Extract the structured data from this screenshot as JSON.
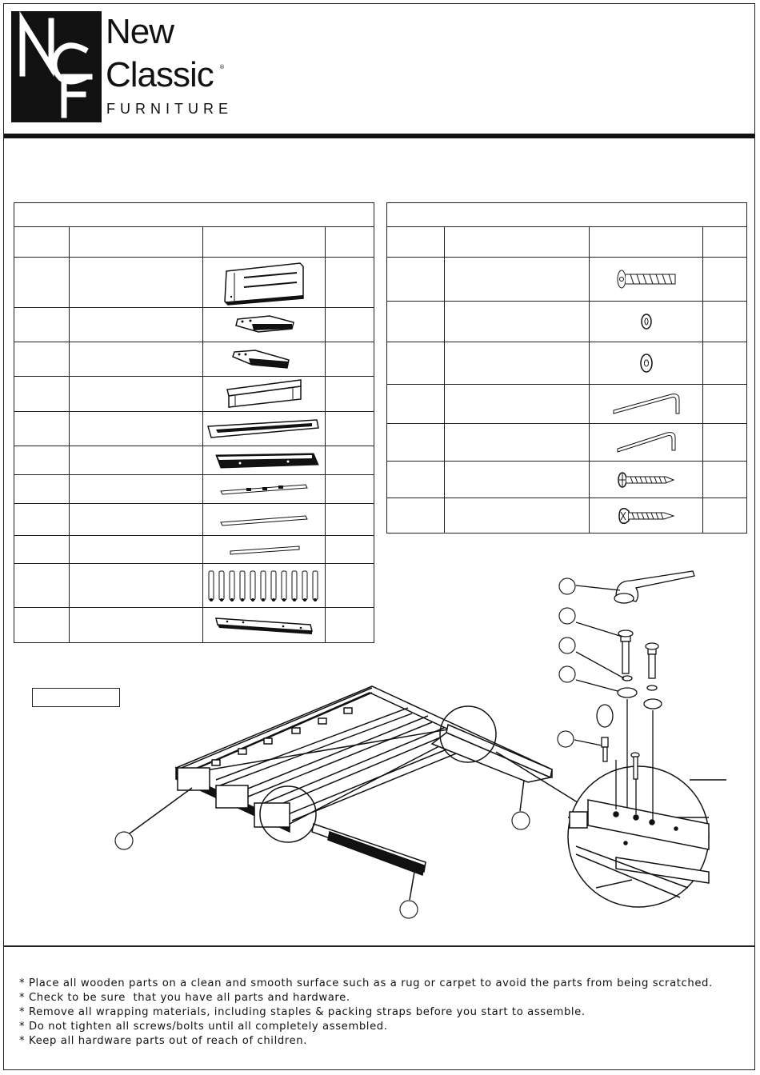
{
  "brand": {
    "logo_monogram": "NCF",
    "name_line1": "New",
    "name_line2": "Classic",
    "name_line3": "FURNITURE",
    "registered_mark": "®"
  },
  "parts_table": {
    "rows": [
      {
        "icon": "headboard-panel"
      },
      {
        "icon": "rail-bracket-left"
      },
      {
        "icon": "rail-bracket-right"
      },
      {
        "icon": "side-rail"
      },
      {
        "icon": "long-side-rail"
      },
      {
        "icon": "footboard-rail"
      },
      {
        "icon": "slat-with-blocks"
      },
      {
        "icon": "slat"
      },
      {
        "icon": "short-slat"
      },
      {
        "icon": "wooden-dowels"
      },
      {
        "icon": "center-support-rail"
      }
    ]
  },
  "hardware_table": {
    "rows": [
      {
        "icon": "bolt"
      },
      {
        "icon": "lock-washer"
      },
      {
        "icon": "flat-washer"
      },
      {
        "icon": "allen-key-large"
      },
      {
        "icon": "allen-key-small"
      },
      {
        "icon": "flat-head-screw"
      },
      {
        "icon": "oval-head-screw"
      }
    ]
  },
  "notes": [
    "* Place all wooden parts on a clean and smooth surface such as a rug or carpet to avoid the parts from being scratched.",
    "* Check to be sure  that you have all parts and hardware.",
    "* Remove all wrapping materials, including staples & packing straps before you start to assemble.",
    "* Do not tighten all screws/bolts until all completely assembled.",
    "* Keep all hardware parts out of reach of children."
  ]
}
